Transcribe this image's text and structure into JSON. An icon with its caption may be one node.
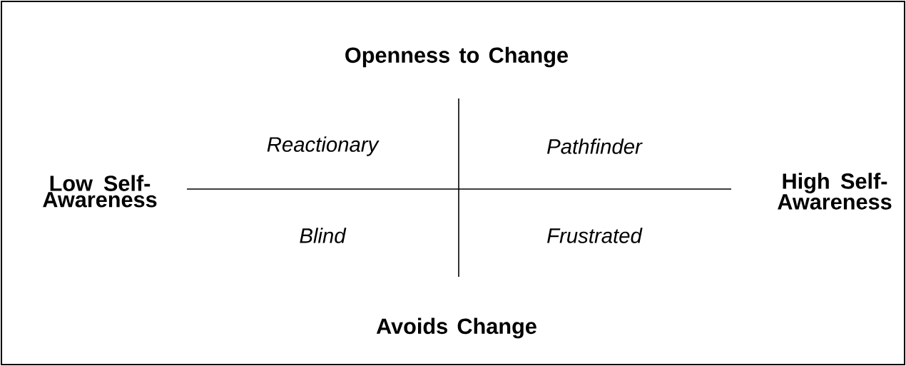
{
  "diagram": {
    "labels": [
      "Openness to Change",
      "Reactionary",
      "Pathfinder",
      "Low Self-Awareness",
      "High Self-Awareness",
      "Blind",
      "Frustrated",
      "Avoids Change"
    ]
  }
}
